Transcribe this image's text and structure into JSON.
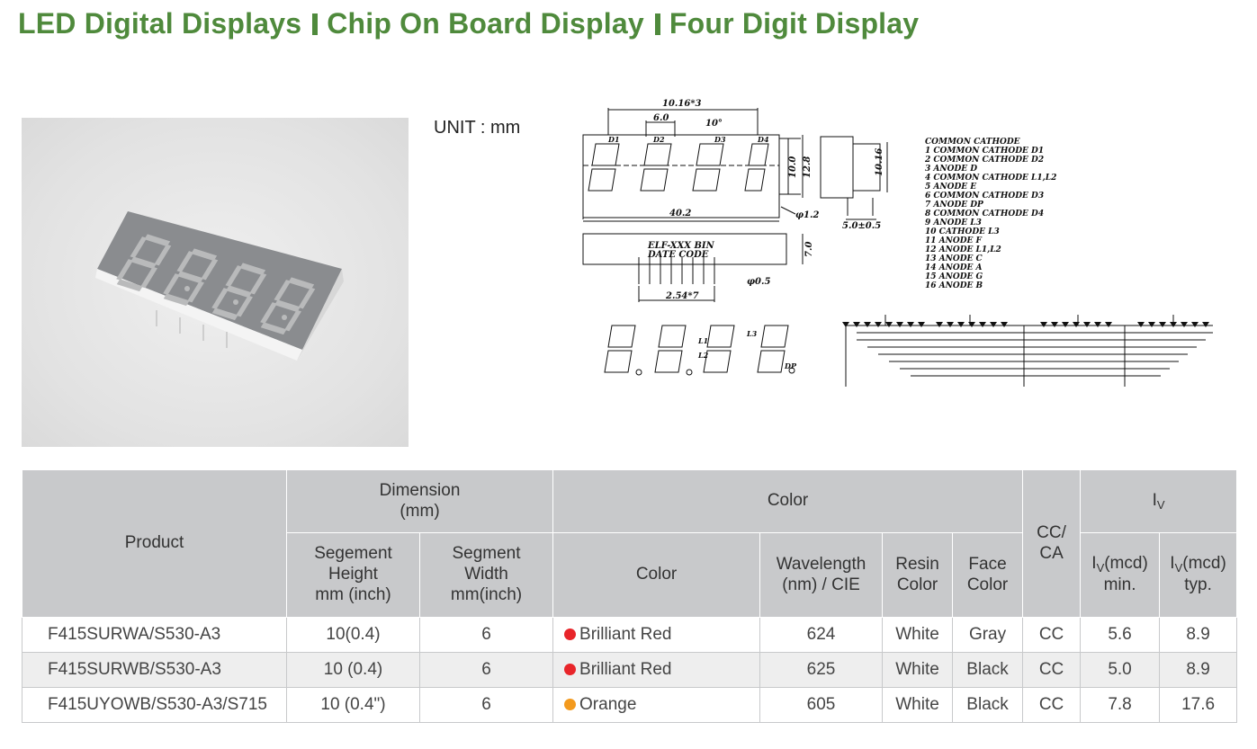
{
  "title": {
    "part1": "LED Digital Displays",
    "part2": "Chip On Board Display",
    "part3": "Four Digit Display"
  },
  "unit_label": "UNIT : mm",
  "drawing": {
    "dims": {
      "pitch": "10.16*3",
      "seg_width": "6.0",
      "angle": "10°",
      "height_10": "10.0",
      "height_12": "12.8",
      "width": "40.2",
      "pin_dia": "φ1.2",
      "side_h": "10.16",
      "side_w": "5.0±0.5",
      "label1": "ELF-XXX BIN",
      "label2": "DATE   CODE",
      "bottom_h": "7.0",
      "pin_pitch": "2.54*7",
      "pin_d05": "φ0.5"
    },
    "digit_labels": [
      "D1",
      "D2",
      "D3",
      "D4"
    ],
    "marks": [
      "L1",
      "L2",
      "L3",
      "DP"
    ],
    "pin_list": [
      "COMMON  CATHODE",
      "1  COMMON  CATHODE  D1",
      "2  COMMON  CATHODE  D2",
      "3  ANODE  D",
      "4  COMMON  CATHODE  L1,L2",
      "5  ANODE  E",
      "6  COMMON  CATHODE  D3",
      "7  ANODE  DP",
      "8  COMMON  CATHODE  D4",
      "9  ANODE  L3",
      "10  CATHODE  L3",
      "11  ANODE  F",
      "12  ANODE  L1,L2",
      "13  ANODE  C",
      "14  ANODE  A",
      "15  ANODE  G",
      "16  ANODE  B"
    ]
  },
  "table": {
    "headers": {
      "product": "Product",
      "dimension": "Dimension",
      "dimension_unit": "(mm)",
      "color_group": "Color",
      "cc_ca_1": "CC/",
      "cc_ca_2": "CA",
      "iv": "I",
      "iv_sub": "V",
      "seg_height_1": "Segement",
      "seg_height_2": "Height",
      "seg_height_3": "mm (inch)",
      "seg_width_1": "Segment",
      "seg_width_2": "Width",
      "seg_width_3": "mm(inch)",
      "color": "Color",
      "wavelength_1": "Wavelength",
      "wavelength_2": "(nm) / CIE",
      "resin_1": "Resin",
      "resin_2": "Color",
      "face_1": "Face",
      "face_2": "Color",
      "iv_min_a": "I",
      "iv_min_sub": "V",
      "iv_min_b": "(mcd)",
      "iv_min_c": "min.",
      "iv_typ_a": "I",
      "iv_typ_sub": "V",
      "iv_typ_b": "(mcd)",
      "iv_typ_c": "typ."
    },
    "rows": [
      {
        "product": "F415SURWA/S530-A3",
        "seg_height": "10(0.4)",
        "seg_width": "6",
        "dot_color": "#e8252a",
        "color": "Brilliant Red",
        "wavelength": "624",
        "resin": "White",
        "face": "Gray",
        "cc_ca": "CC",
        "iv_min": "5.6",
        "iv_typ": "8.9"
      },
      {
        "product": "F415SURWB/S530-A3",
        "seg_height": "10 (0.4)",
        "seg_width": "6",
        "dot_color": "#e8252a",
        "color": "Brilliant Red",
        "wavelength": "625",
        "resin": "White",
        "face": "Black",
        "cc_ca": "CC",
        "iv_min": "5.0",
        "iv_typ": "8.9"
      },
      {
        "product": "F415UYOWB/S530-A3/S715",
        "seg_height": "10 (0.4\")",
        "seg_width": "6",
        "dot_color": "#f39a1e",
        "color": "Orange",
        "wavelength": "605",
        "resin": "White",
        "face": "Black",
        "cc_ca": "CC",
        "iv_min": "7.8",
        "iv_typ": "17.6"
      }
    ]
  }
}
